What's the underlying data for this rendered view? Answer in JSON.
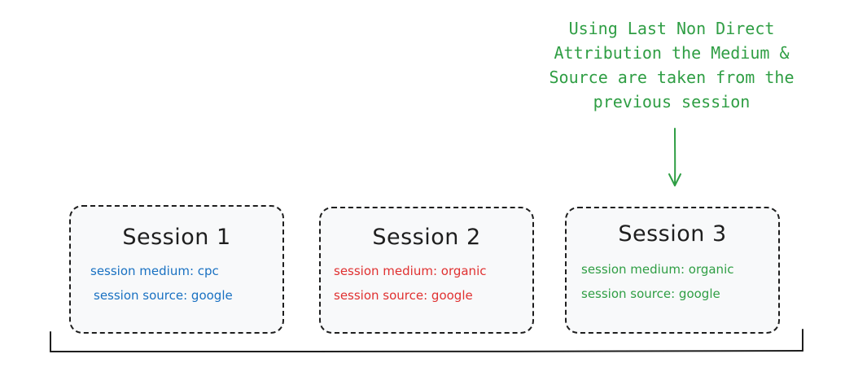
{
  "annotation": {
    "text": "Using Last Non Direct\nAttribution the Medium &\nSource are taken from the\nprevious session",
    "color": "#2f9e44"
  },
  "sessions": [
    {
      "title": "Session 1",
      "medium": "session medium: cpc",
      "source": "session source: google",
      "color": "#1971c2"
    },
    {
      "title": "Session 2",
      "medium": "session medium: organic",
      "source": "session source: google",
      "color": "#e03131"
    },
    {
      "title": "Session 3",
      "medium": "session medium: organic",
      "source": "session source: google",
      "color": "#2f9e44"
    }
  ],
  "colors": {
    "stroke": "#1e1e1e",
    "box_fill": "#f8f9fa"
  }
}
